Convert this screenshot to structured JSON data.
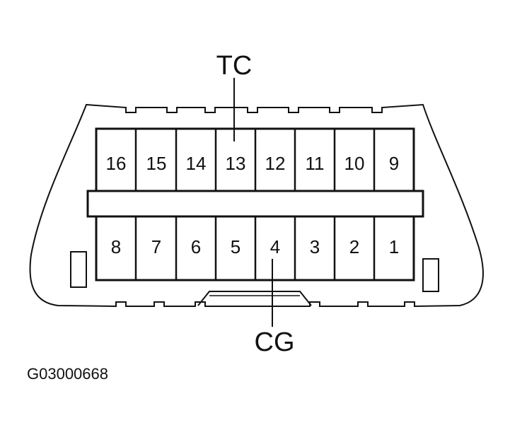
{
  "connector": {
    "top_row_pins": [
      "16",
      "15",
      "14",
      "13",
      "12",
      "11",
      "10",
      "9"
    ],
    "bottom_row_pins": [
      "8",
      "7",
      "6",
      "5",
      "4",
      "3",
      "2",
      "1"
    ]
  },
  "callouts": {
    "top_label": "TC",
    "top_pin": "13",
    "bottom_label": "CG",
    "bottom_pin": "4"
  },
  "figure_id": "G03000668"
}
